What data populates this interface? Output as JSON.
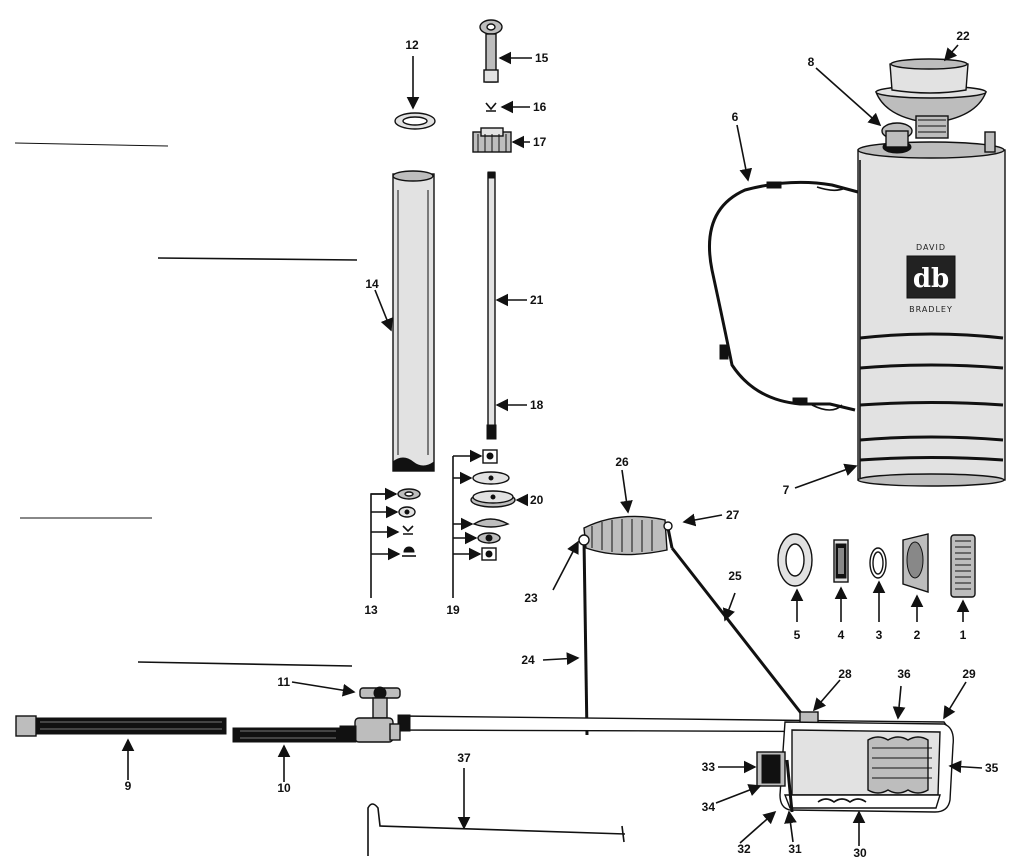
{
  "logo": {
    "top": "DAVID",
    "mark": "db",
    "bottom": "BRADLEY"
  },
  "labels": {
    "p1": "1",
    "p2": "2",
    "p3": "3",
    "p4": "4",
    "p5": "5",
    "p6": "6",
    "p7": "7",
    "p8": "8",
    "p9": "9",
    "p10": "10",
    "p11": "11",
    "p12": "12",
    "p13": "13",
    "p14": "14",
    "p15": "15",
    "p16": "16",
    "p17": "17",
    "p18": "18",
    "p19": "19",
    "p20": "20",
    "p21": "21",
    "p22": "22",
    "p23": "23",
    "p24": "24",
    "p25": "25",
    "p26": "26",
    "p27": "27",
    "p28": "28",
    "p29": "29",
    "p30": "30",
    "p31": "31",
    "p32": "32",
    "p33": "33",
    "p34": "34",
    "p35": "35",
    "p36": "36",
    "p37": "37"
  }
}
